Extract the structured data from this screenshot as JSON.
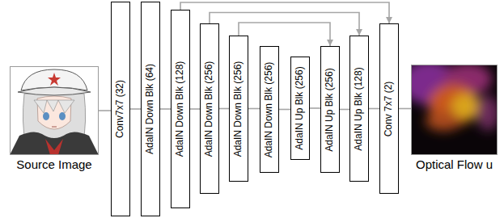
{
  "diagram": {
    "nodes": [
      {
        "text": [
          "Source Image"
        ]
      },
      {
        "text": [
          "Conv7x7 (32)"
        ]
      },
      {
        "text": [
          "AdaIN Down Blk (64)"
        ]
      },
      {
        "text": [
          "AdaIN Down Blk (128)"
        ]
      },
      {
        "text": [
          "AdaIN Down Blk (256)"
        ]
      },
      {
        "text": [
          "AdaIN Down Blk (256)"
        ]
      },
      {
        "text": [
          "AdaIN Down Blk (256)"
        ]
      },
      {
        "text": [
          "AdaIN Up Blk (256)"
        ]
      },
      {
        "text": [
          "AdaIN Up Blk (256)"
        ]
      },
      {
        "text": [
          "AdaIN Up Blk (128)"
        ]
      },
      {
        "text": [
          "Conv 7x7 (2)"
        ]
      },
      {
        "text": [
          "Optical Flow u"
        ]
      }
    ],
    "edges": [
      {
        "from": 0,
        "to": 1,
        "arrow": "none"
      },
      {
        "from": 1,
        "to": 2,
        "arrow": "none"
      },
      {
        "from": 2,
        "to": 3,
        "arrow": "none"
      },
      {
        "from": 3,
        "to": 4,
        "arrow": "none"
      },
      {
        "from": 4,
        "to": 5,
        "arrow": "none"
      },
      {
        "from": 5,
        "to": 6,
        "arrow": "none"
      },
      {
        "from": 6,
        "to": 7,
        "arrow": "none"
      },
      {
        "from": 7,
        "to": 8,
        "arrow": "none"
      },
      {
        "from": 8,
        "to": 9,
        "arrow": "none"
      },
      {
        "from": 9,
        "to": 10,
        "arrow": "none"
      },
      {
        "from": 10,
        "to": 11,
        "arrow": "none"
      },
      {
        "from": 3,
        "to": 10,
        "arrow": "to"
      },
      {
        "from": 4,
        "to": 9,
        "arrow": "to"
      },
      {
        "from": 5,
        "to": 8,
        "arrow": "to"
      }
    ]
  }
}
